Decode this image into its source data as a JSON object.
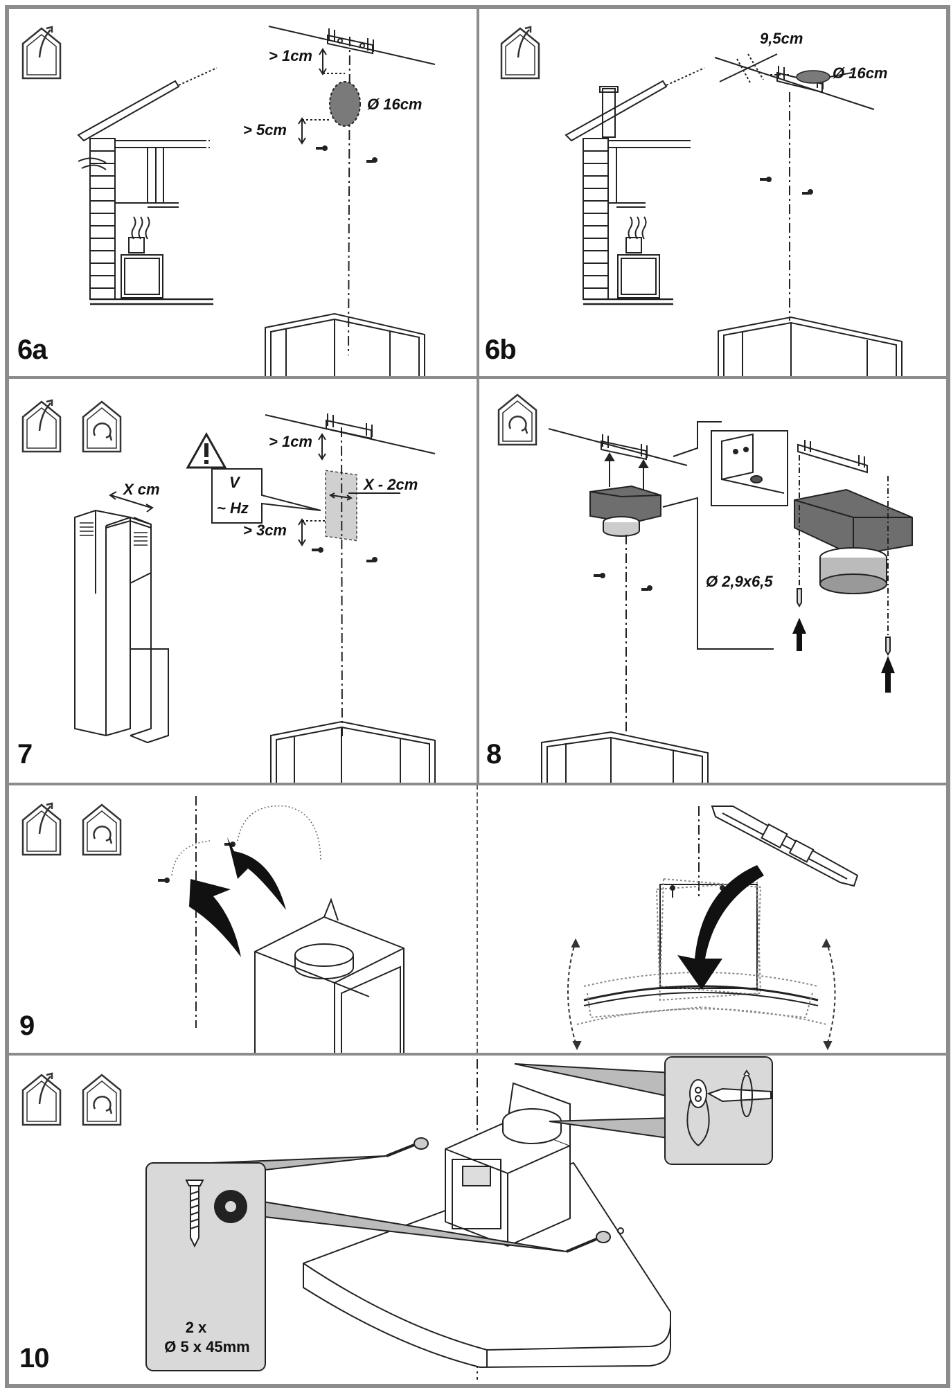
{
  "steps": {
    "s6a": {
      "number": "6a",
      "labels": {
        "ceiling_gap": "> 1cm",
        "duct_diameter": "Ø 16cm",
        "plug_gap": "> 5cm"
      },
      "icons": [
        "ducted-mode-icon"
      ]
    },
    "s6b": {
      "number": "6b",
      "labels": {
        "bracket_offset": "9,5cm",
        "duct_diameter": "Ø 16cm"
      },
      "icons": [
        "ducted-mode-icon"
      ]
    },
    "s7": {
      "number": "7",
      "labels": {
        "chimney_width": "X cm",
        "ceiling_gap": "> 1cm",
        "volts": "V",
        "hertz": "~ Hz",
        "socket_width": "X - 2cm",
        "socket_gap": "> 3cm"
      },
      "icons": [
        "ducted-mode-icon",
        "recirculation-mode-icon",
        "warning-icon"
      ]
    },
    "s8": {
      "number": "8",
      "labels": {
        "screw_size": "Ø 2,9x6,5"
      },
      "icons": [
        "recirculation-mode-icon"
      ]
    },
    "s9": {
      "number": "9",
      "labels": {},
      "icons": [
        "ducted-mode-icon",
        "recirculation-mode-icon"
      ]
    },
    "s10": {
      "number": "10",
      "labels": {
        "screw_qty": "2 x",
        "screw_size": "Ø 5 x 45mm"
      },
      "icons": [
        "ducted-mode-icon",
        "recirculation-mode-icon"
      ]
    }
  },
  "colors": {
    "frame": "#8c8c8c",
    "line": "#222222",
    "detail_bg": "#d9d9d9",
    "duct_fill": "#7a7a7a"
  }
}
